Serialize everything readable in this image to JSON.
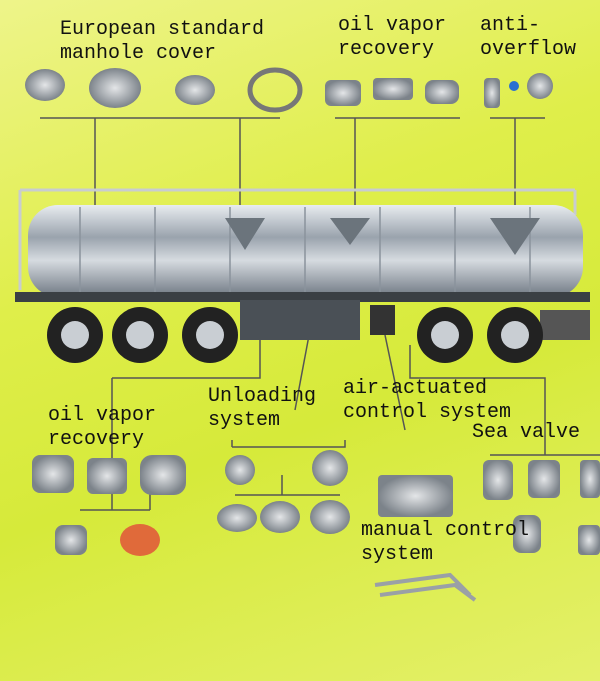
{
  "labels": {
    "manhole": {
      "line1": "European standard",
      "line2": "manhole cover"
    },
    "vapor_top": {
      "line1": "oil vapor",
      "line2": "recovery"
    },
    "anti_overflow": {
      "line1": "anti-",
      "line2": "overflow"
    },
    "vapor_bottom": {
      "line1": "oil vapor",
      "line2": "recovery"
    },
    "unloading": {
      "line1": "Unloading",
      "line2": "system"
    },
    "air_control": {
      "line1": "air-actuated",
      "line2": "control system"
    },
    "sea_valve": {
      "line1": "Sea valve"
    },
    "manual_control": {
      "line1": "manual control",
      "line2": "system"
    }
  },
  "colors": {
    "background": "#dfee4a",
    "tank": "#b9c0c8",
    "line": "#555555"
  }
}
